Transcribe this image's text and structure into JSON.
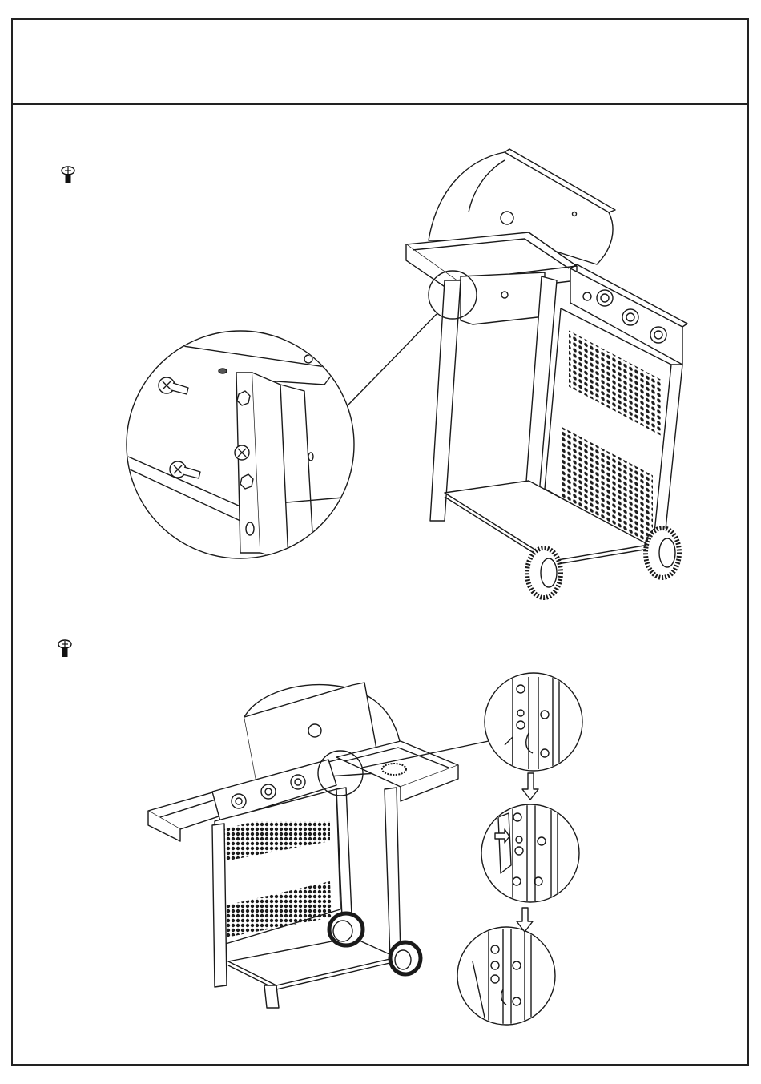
{
  "page": {
    "header_text": "",
    "colors": {
      "line": "#222222",
      "background": "#ffffff"
    }
  },
  "steps": [
    {
      "screw_icon": "screw-icon",
      "figure": "grill-side-shelf-attach-right",
      "callout": "zoom-detail-bolts-into-leg"
    },
    {
      "screw_icon": "screw-icon",
      "figure": "grill-side-shelf-attach-left",
      "callouts": [
        "hook-detail-step-1",
        "hook-detail-step-2",
        "hook-detail-step-3"
      ],
      "arrows": [
        "down-arrow-icon",
        "down-arrow-icon"
      ]
    }
  ]
}
